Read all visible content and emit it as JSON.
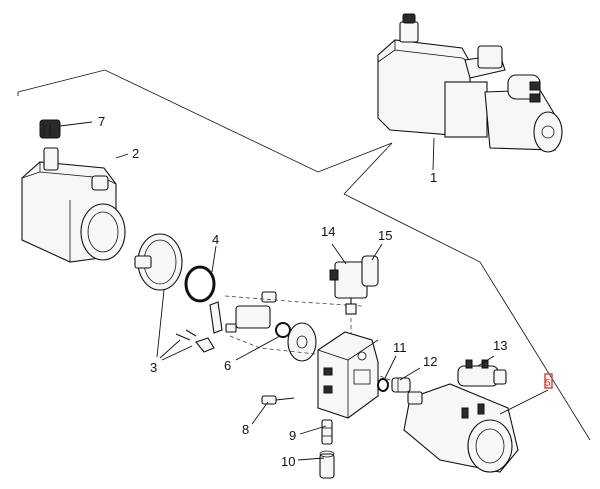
{
  "callouts": {
    "c1": "1",
    "c2": "2",
    "c3": "3",
    "c4": "4",
    "c5": "5",
    "c6": "6",
    "c7": "7",
    "c8": "8",
    "c9": "9",
    "c10": "10",
    "c11": "11",
    "c12": "12",
    "c13": "13",
    "c14": "14",
    "c15": "15"
  },
  "highlight_color": "#e0392b"
}
